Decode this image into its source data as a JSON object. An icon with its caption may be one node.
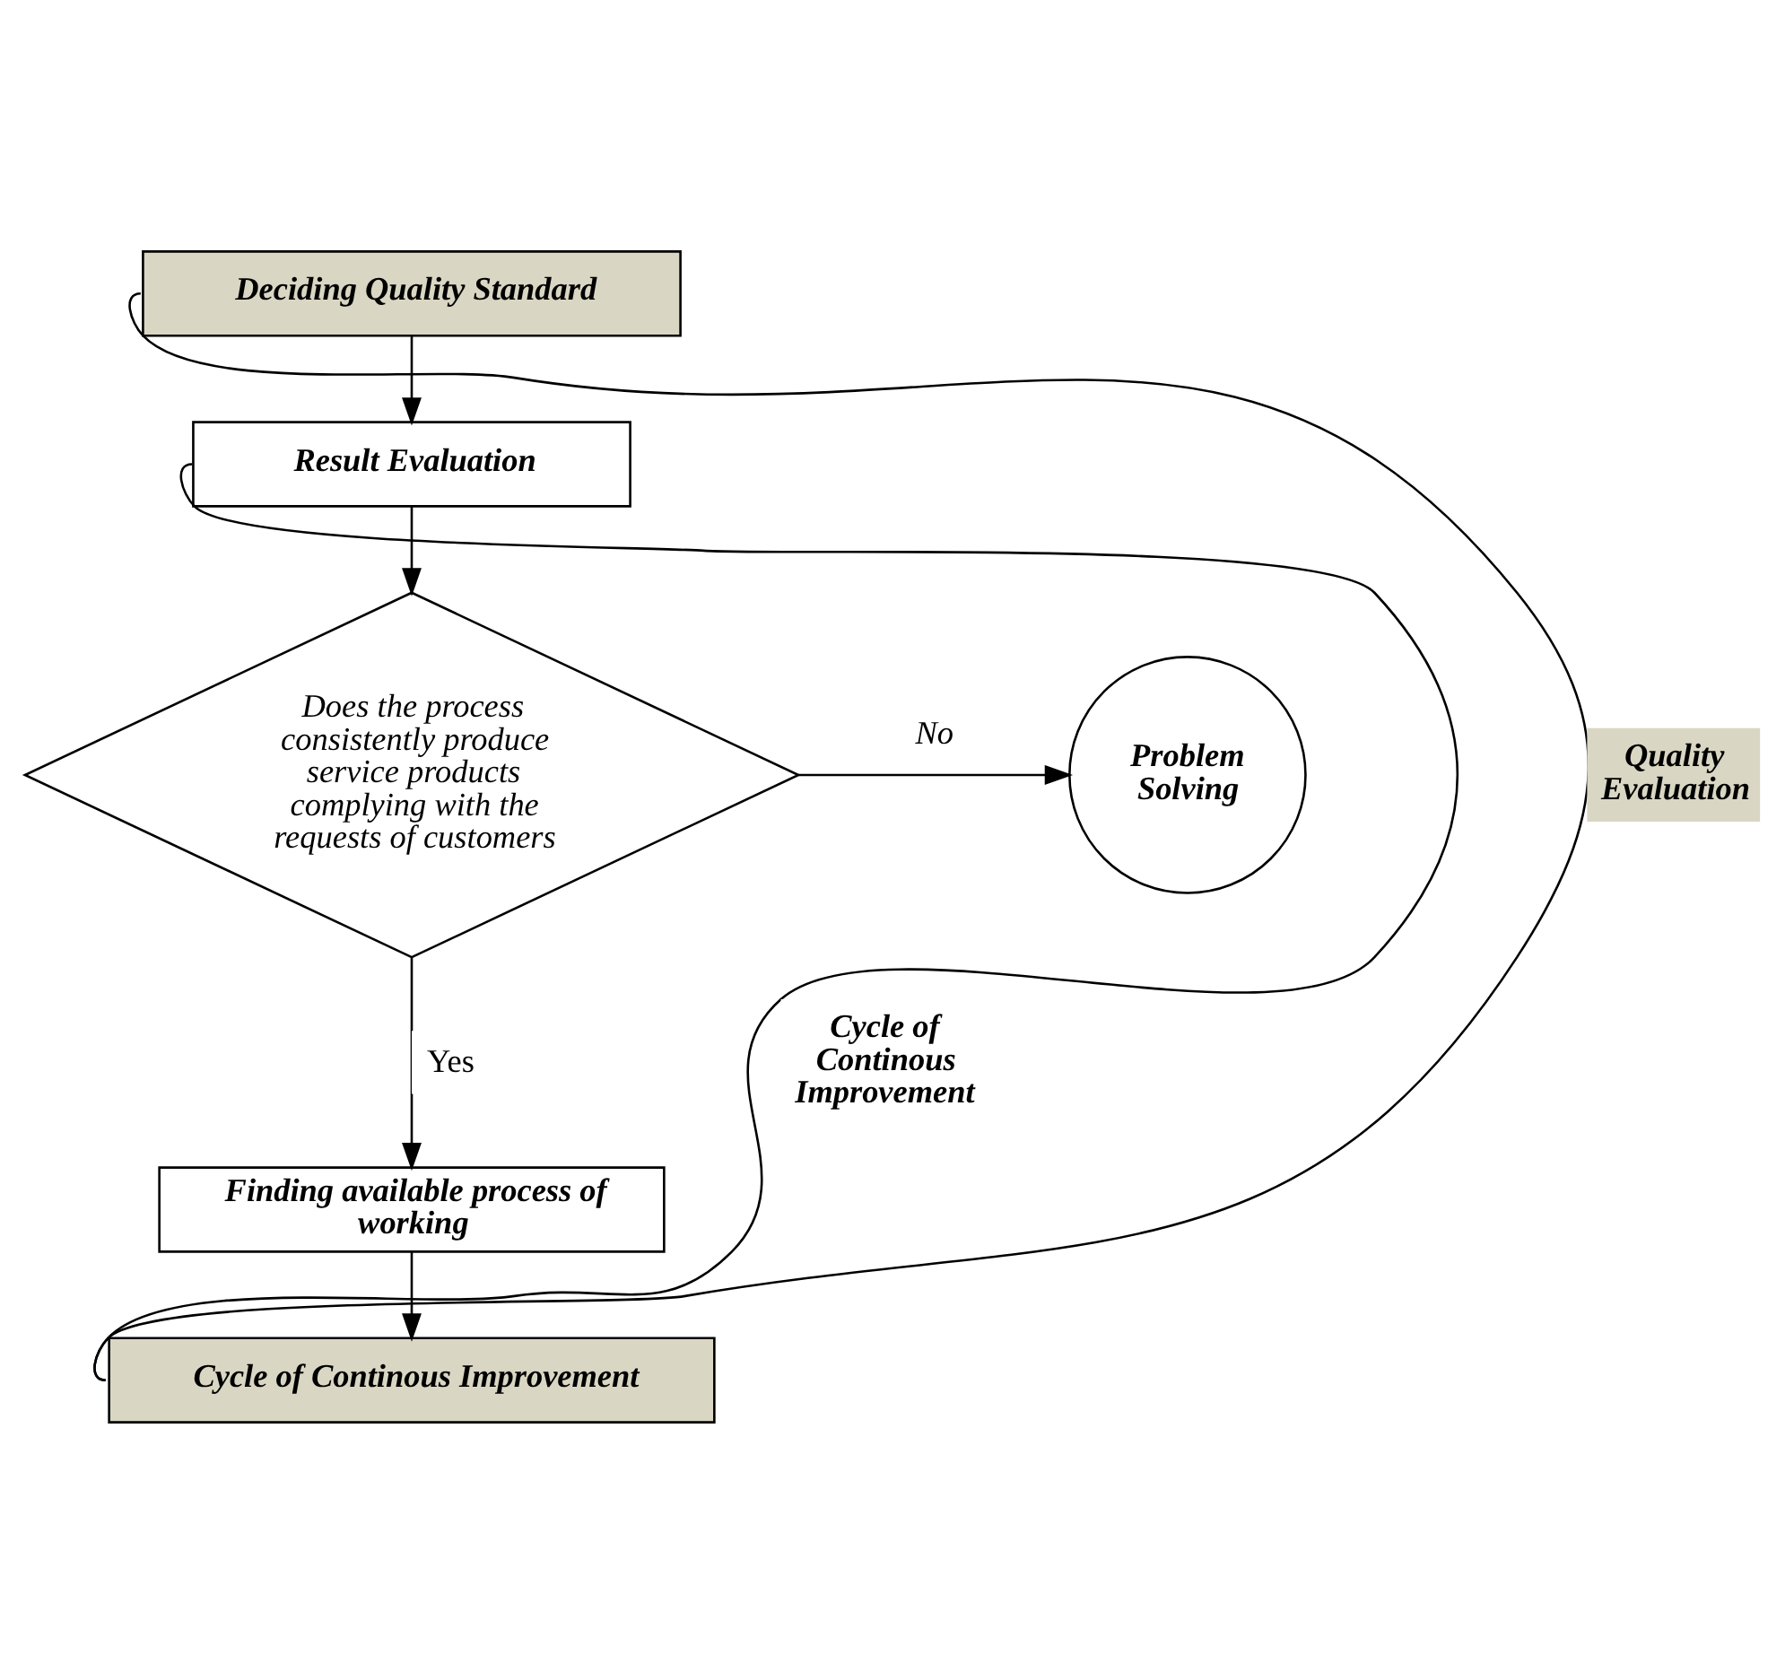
{
  "diagram": {
    "nodes": [
      {
        "text": [
          "Deciding Quality Standard"
        ]
      },
      {
        "text": [
          "Result Evaluation"
        ]
      },
      {
        "text": [
          "Does the process consistently produce service products complying with the requests of customers"
        ]
      },
      {
        "text": [
          "Problem Solving"
        ]
      },
      {
        "text": [
          "Finding available process of working"
        ]
      },
      {
        "text": [
          "Cycle of Continous Improvement"
        ]
      }
    ],
    "edges": [
      {
        "from": 0,
        "to": 1,
        "arrow": "to"
      },
      {
        "from": 1,
        "to": 2,
        "arrow": "to"
      },
      {
        "from": 2,
        "to": 3,
        "arrow": "to",
        "label": "No"
      },
      {
        "from": 2,
        "to": 4,
        "arrow": "to",
        "label": "Yes"
      },
      {
        "from": 4,
        "to": 5,
        "arrow": "to"
      },
      {
        "from": 0,
        "to": 5,
        "arrow": "none",
        "label": "Quality Evaluation"
      },
      {
        "from": 1,
        "to": 5,
        "arrow": "none",
        "label": "Cycle of Continous Improvement"
      }
    ]
  }
}
